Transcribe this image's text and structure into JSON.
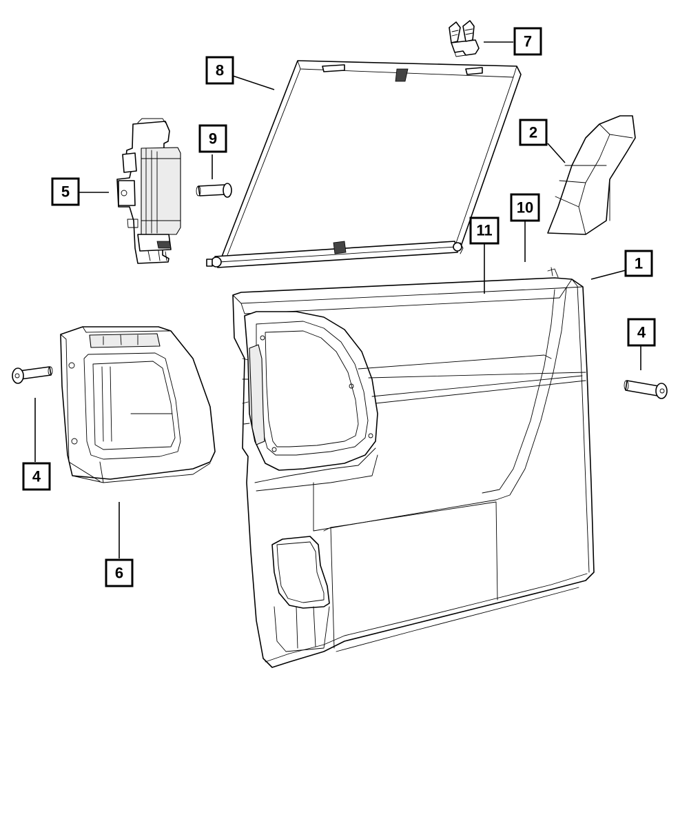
{
  "callouts": [
    {
      "id": "c1",
      "label": "1"
    },
    {
      "id": "c2",
      "label": "2"
    },
    {
      "id": "c4a",
      "label": "4"
    },
    {
      "id": "c4b",
      "label": "4"
    },
    {
      "id": "c5",
      "label": "5"
    },
    {
      "id": "c6",
      "label": "6"
    },
    {
      "id": "c7",
      "label": "7"
    },
    {
      "id": "c8",
      "label": "8"
    },
    {
      "id": "c9",
      "label": "9"
    },
    {
      "id": "c10",
      "label": "10"
    },
    {
      "id": "c11",
      "label": "11"
    }
  ]
}
